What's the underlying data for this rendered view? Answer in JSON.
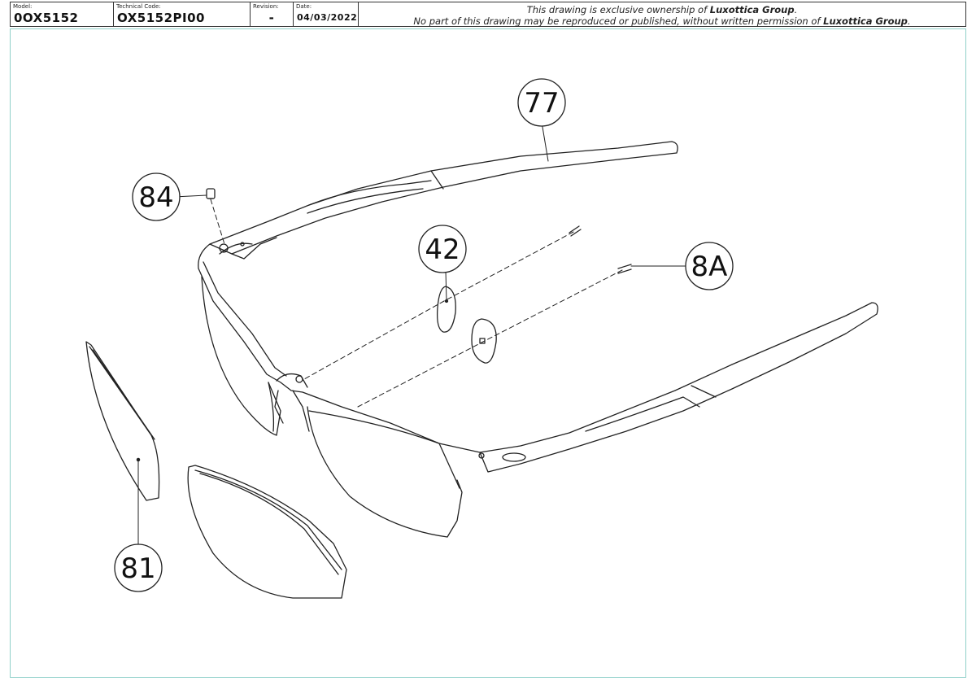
{
  "title_block": {
    "model_label": "Model:",
    "model_value": "0OX5152",
    "tech_label": "Technical Code:",
    "tech_value": "OX5152PI00",
    "revision_label": "Revision:",
    "revision_value": "-",
    "date_label": "Date:",
    "date_value": "04/03/2022",
    "notice_line1_pre": "This drawing is exclusive ownership of ",
    "notice_line1_owner": "Luxottica Group",
    "notice_line1_post": ".",
    "notice_line2_pre": "No part of this drawing may be reproduced or published, without written permission of ",
    "notice_line2_owner": "Luxottica Group",
    "notice_line2_post": "."
  },
  "callouts": {
    "temple": "77",
    "screw": "84",
    "nosepad": "42",
    "pad_screw": "8A",
    "lens": "81"
  }
}
